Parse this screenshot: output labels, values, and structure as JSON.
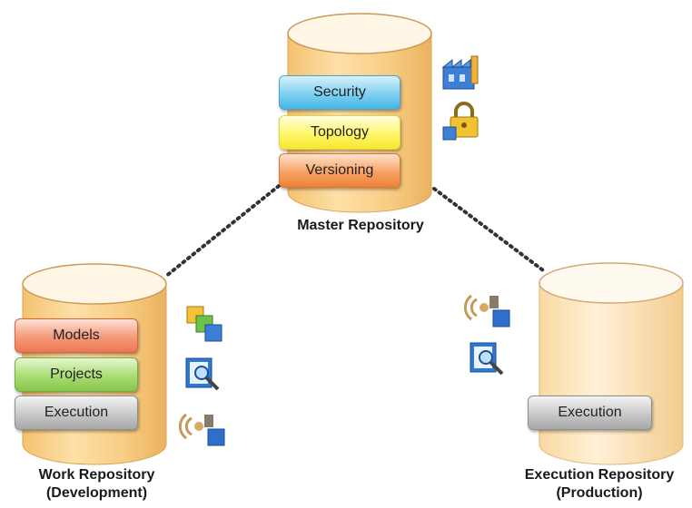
{
  "master": {
    "title": "Master Repository",
    "modules": [
      "Security",
      "Topology",
      "Versioning"
    ],
    "icons": [
      "factory-icon",
      "lock-icon"
    ]
  },
  "work": {
    "title_line1": "Work Repository",
    "title_line2": "(Development)",
    "modules": [
      "Models",
      "Projects",
      "Execution"
    ],
    "icons": [
      "models-icon",
      "search-document-icon",
      "agent-icon"
    ]
  },
  "execution": {
    "title_line1": "Execution Repository",
    "title_line2": "(Production)",
    "modules": [
      "Execution"
    ],
    "icons": [
      "agent-icon",
      "search-document-icon"
    ]
  },
  "colors": {
    "cylinder_top": "#fce9c7",
    "cylinder_body": "#f5c97a",
    "connector": "#333333"
  }
}
